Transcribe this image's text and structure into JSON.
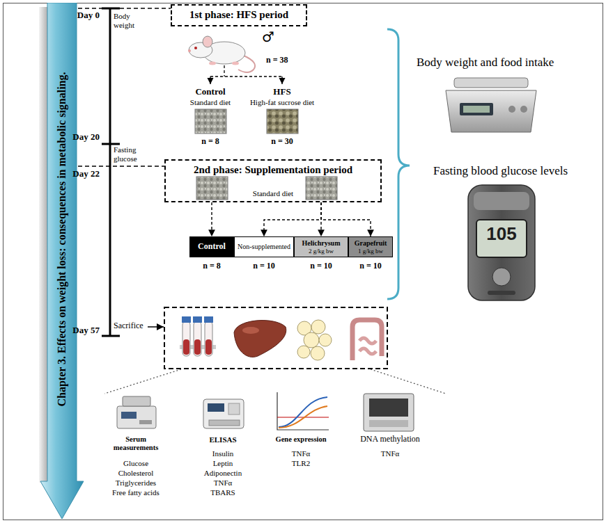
{
  "diagram": {
    "nodes": [
      {
        "text": [
          "Chapter 3. Effects on weight loss: consequences in metabolic signaling."
        ]
      },
      {
        "text": [
          "1st phase: HFS period"
        ]
      },
      {
        "text": [
          "2nd phase: Supplementation period",
          "Standard diet"
        ]
      },
      {
        "text": [
          "Control"
        ]
      },
      {
        "text": [
          "Non-supplemented"
        ]
      },
      {
        "text": [
          "Helichrysum",
          "2 g/kg bw"
        ]
      },
      {
        "text": [
          "Grapefruit",
          "1 g/kg bw"
        ]
      }
    ],
    "edges": [
      {
        "from": 2,
        "to": 3,
        "arrow": "to"
      },
      {
        "from": 2,
        "to": 4,
        "arrow": "to"
      },
      {
        "from": 2,
        "to": 5,
        "arrow": "to"
      },
      {
        "from": 2,
        "to": 6,
        "arrow": "to"
      }
    ],
    "labels": [
      "Day 0",
      "Body weight",
      "Day 20",
      "Fasting glucose",
      "Day 22",
      "Day 57",
      "Sacrifice",
      "♂",
      "n = 38",
      "Control",
      "Standard diet",
      "n = 8",
      "HFS",
      "High-fat sucrose diet",
      "n = 30",
      "n = 8",
      "n = 10",
      "n = 10",
      "n = 10",
      "Body weight and food intake",
      "Fasting blood glucose levels",
      "105",
      "Serum measurements",
      "Glucose",
      "Cholesterol",
      "Triglycerides",
      "Free fatty acids",
      "ELISAS",
      "Insulin",
      "Leptin",
      "Adiponectin",
      "TNFα",
      "TBARS",
      "Gene expression",
      "TNFα",
      "TLR2",
      "DNA methylation",
      "TNFα"
    ]
  }
}
